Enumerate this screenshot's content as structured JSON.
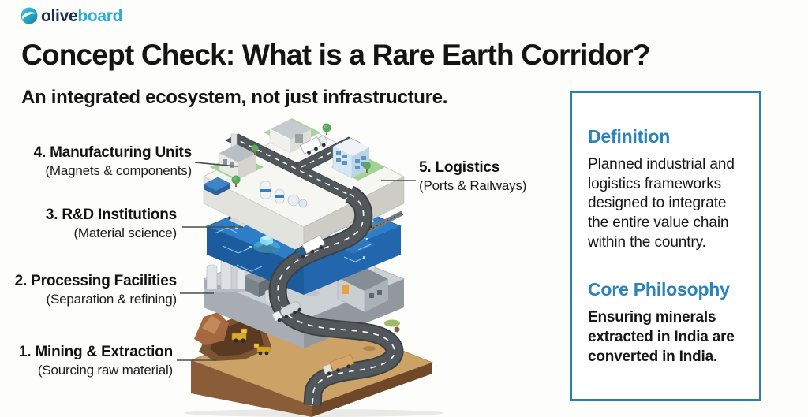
{
  "brand": {
    "icon": "oliveboard-circle-icon",
    "name_primary": "olive",
    "name_secondary": "board",
    "color_primary": "#1c2e4e",
    "color_secondary": "#29b0d8"
  },
  "header": {
    "title": "Concept Check: What is a Rare Earth Corridor?",
    "subtitle": "An integrated ecosystem, not just infrastructure."
  },
  "diagram": {
    "description": "Isometric stack of five integrated layers forming a Rare Earth Corridor, connected by a winding road and a railway",
    "layers": [
      {
        "order": 1,
        "title": "1. Mining & Extraction",
        "subtitle": "(Sourcing raw material)",
        "color": "#c9a267"
      },
      {
        "order": 2,
        "title": "2. Processing Facilities",
        "subtitle": "(Separation & refining)",
        "color": "#c9ced3"
      },
      {
        "order": 3,
        "title": "3. R&D Institutions",
        "subtitle": "(Material science)",
        "color": "#2e7dc7"
      },
      {
        "order": 4,
        "title": "4. Manufacturing Units",
        "subtitle": "(Magnets & components)",
        "color": "#f5f5f1"
      },
      {
        "order": 5,
        "title": "5. Logistics",
        "subtitle": "(Ports & Railways)",
        "color": "#52575c"
      }
    ]
  },
  "panel": {
    "accent_color": "#2a7fb8",
    "definition": {
      "heading": "Definition",
      "body": "Planned industrial and logistics frameworks designed to integrate the entire value chain within the country."
    },
    "core_philosophy": {
      "heading": "Core Philosophy",
      "body": "Ensuring minerals extracted in India are converted in India."
    }
  }
}
